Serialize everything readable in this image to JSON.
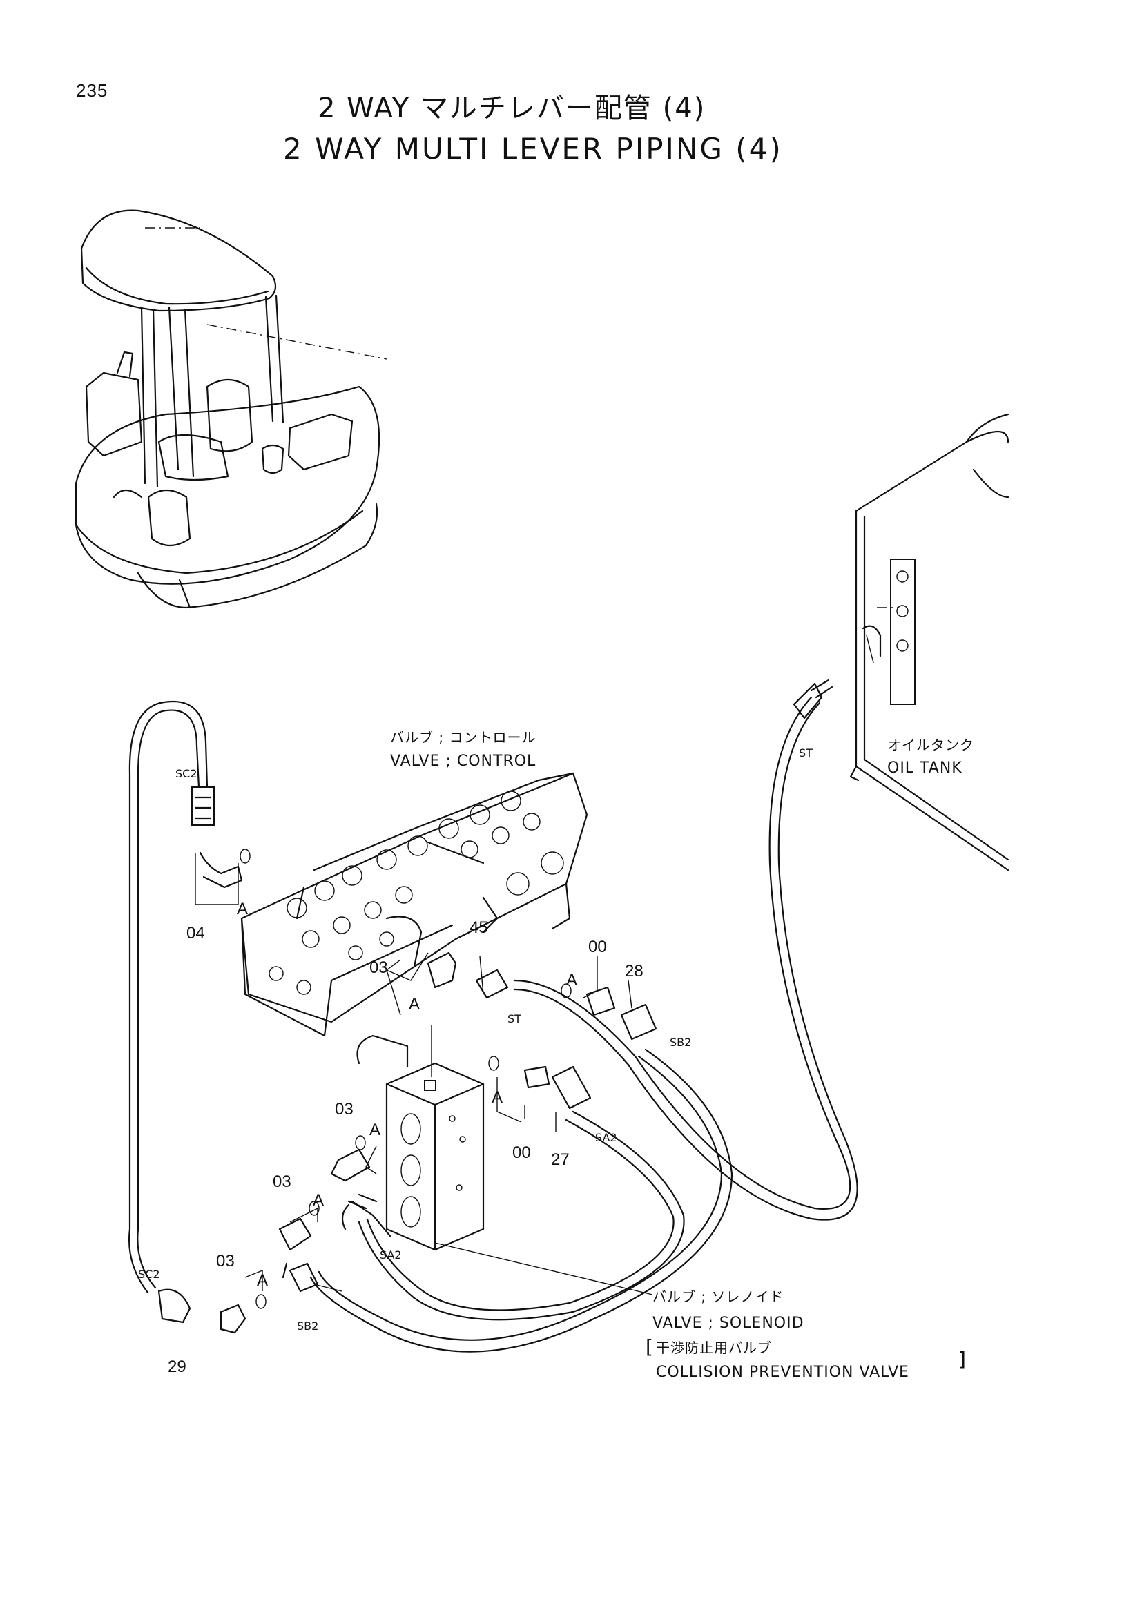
{
  "page": {
    "number": "235",
    "title_jp": "2 WAY マルチレバー配管 (4)",
    "title_en": "2 WAY MULTI LEVER PIPING (4)"
  },
  "components": {
    "control_valve_jp": "バルブ ; コントロール",
    "control_valve_en": "VALVE ; CONTROL",
    "oil_tank_jp": "オイルタンク",
    "oil_tank_en": "OIL TANK",
    "solenoid_valve_jp": "バルブ ; ソレノイド",
    "solenoid_valve_en": "VALVE ; SOLENOID",
    "collision_valve_jp": "干渉防止用バルブ",
    "collision_valve_en": "COLLISION PREVENTION VALVE"
  },
  "callouts": {
    "p04": "04",
    "p45": "45",
    "p00_top": "00",
    "p28": "28",
    "p03_top": "03",
    "p03_mid1": "03",
    "p03_mid2": "03",
    "p03_low": "03",
    "p00_low": "00",
    "p27": "27",
    "p29": "29",
    "A": "A"
  },
  "hose_tags": {
    "sc2_top": "SC2",
    "sc2_low": "SC2",
    "st_tank": "ST",
    "st_valve": "ST",
    "sb2_top": "SB2",
    "sb2_low": "SB2",
    "sa2_top": "SA2",
    "sa2_low": "SA2"
  }
}
